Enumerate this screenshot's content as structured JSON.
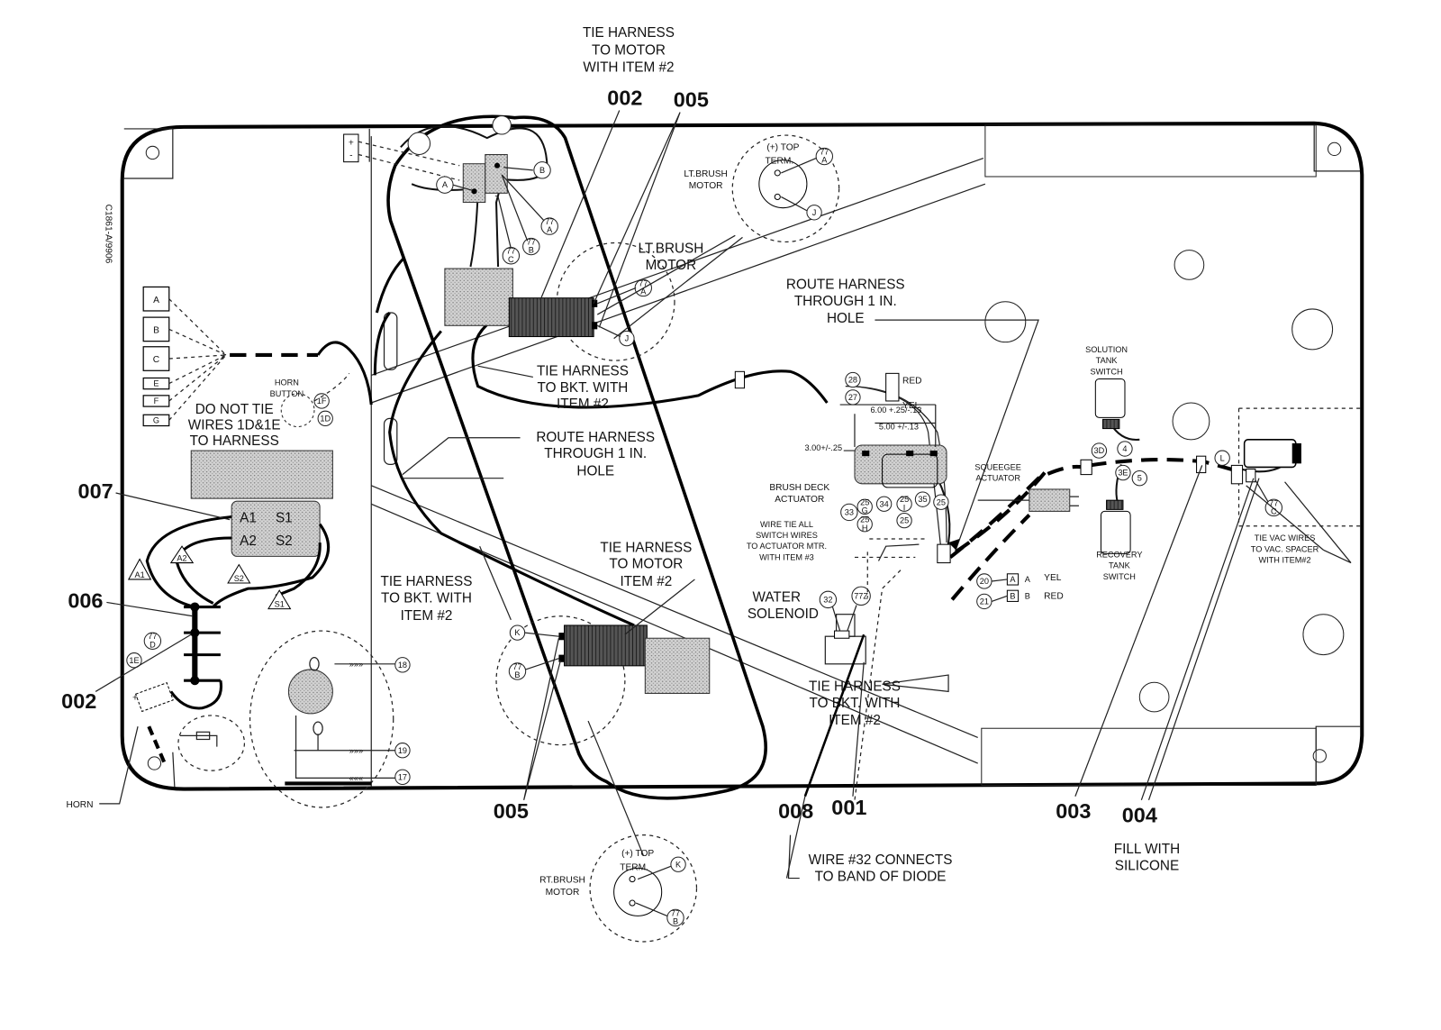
{
  "drawing_number": "C1861-A/9906",
  "callouts": {
    "tie_motor_top": [
      "TIE HARNESS",
      "TO MOTOR",
      "WITH ITEM #2"
    ],
    "tie_bkt_upper": [
      "TIE HARNESS",
      "TO BKT. WITH",
      "ITEM #2"
    ],
    "route_left": [
      "ROUTE  HARNESS",
      "THROUGH 1 IN.",
      "HOLE"
    ],
    "route_right": [
      "ROUTE  HARNESS",
      "THROUGH 1 IN.",
      "HOLE"
    ],
    "tie_motor_lower": [
      "TIE HARNESS",
      "TO MOTOR",
      "ITEM #2"
    ],
    "tie_bkt_lower_left": [
      "TIE HARNESS",
      "TO BKT. WITH",
      "ITEM #2"
    ],
    "tie_bkt_lower_right": [
      "TIE HARNESS",
      "TO BKT. WITH",
      "ITEM #2"
    ],
    "do_not_tie": [
      "DO NOT TIE",
      "WIRES 1D&1E",
      "TO HARNESS"
    ],
    "horn_button": [
      "HORN",
      "BUTTON"
    ],
    "horn": "HORN",
    "lt_brush_motor_top": [
      "LT.BRUSH",
      "MOTOR"
    ],
    "lt_brush_motor_mid": [
      "LT.BRUSH",
      "MOTOR"
    ],
    "rt_brush_motor": [
      "RT.BRUSH",
      "MOTOR"
    ],
    "top_term_upper": [
      "(+) TOP",
      "TERM."
    ],
    "top_term_lower": [
      "(+) TOP",
      "TERM."
    ],
    "water_solenoid": [
      "WATER",
      "SOLENOID"
    ],
    "brush_deck_actuator": [
      "BRUSH DECK",
      "ACTUATOR"
    ],
    "squeegee_actuator": [
      "SQUEEGEE",
      "ACTUATOR"
    ],
    "solution_tank_switch": [
      "SOLUTION",
      "TANK",
      "SWITCH"
    ],
    "recovery_tank_switch": [
      "RECOVERY",
      "TANK",
      "SWITCH"
    ],
    "wire_tie_all": [
      "WIRE TIE ALL",
      "SWITCH WIRES",
      "TO ACTUATOR MTR.",
      "WITH ITEM #3"
    ],
    "tie_vac_wires": [
      "TIE VAC WIRES",
      "TO VAC. SPACER",
      "WITH ITEM#2"
    ],
    "wire32": [
      "WIRE  #32 CONNECTS",
      "TO BAND OF DIODE"
    ],
    "fill_silicone": [
      "FILL WITH",
      "SILICONE"
    ]
  },
  "item_numbers": {
    "i002_top": "002",
    "i005_top": "005",
    "i007": "007",
    "i006": "006",
    "i002_left": "002",
    "i005_bottom": "005",
    "i008": "008",
    "i001": "001",
    "i003": "003",
    "i004": "004"
  },
  "connector_letters": [
    "A",
    "B",
    "C",
    "E",
    "F",
    "G"
  ],
  "wire_tags": {
    "A": "A",
    "B": "B",
    "77A": "77\nA",
    "77B": "77\nB",
    "77C": "77\nC",
    "J": "J",
    "1F": "1F",
    "1D": "1D",
    "1E": "1E",
    "77D": "77\nD",
    "K": "K",
    "18": "18",
    "19": "19",
    "17": "17",
    "28": "28",
    "27": "27",
    "33": "33",
    "34": "34",
    "35": "35",
    "25G": "25\nG",
    "25H": "25\nH",
    "25J": "25",
    "25I": "25\nI",
    "25F": "25",
    "3D": "3D",
    "3E": "3E",
    "4": "4",
    "5": "5",
    "L": "L",
    "20": "20",
    "21": "21",
    "32": "32",
    "77Z": "77Z"
  },
  "motor_terminals": {
    "a1": "A1",
    "a2": "A2",
    "s1": "S1",
    "s2": "S2"
  },
  "wire_colors": {
    "red": "RED",
    "yel": "YEL",
    "yel2": "YEL",
    "red2": "RED"
  },
  "dimensions": {
    "d1": "6.00 +.25/-.13",
    "d2": "5.00 +/-.13",
    "d3": "3.00+/-.25"
  },
  "terminal_marks": {
    "plus": "+",
    "minus": "-",
    "tb_a": "A",
    "tb_b": "B",
    "tb_a2": "A",
    "tb_b2": "B"
  }
}
